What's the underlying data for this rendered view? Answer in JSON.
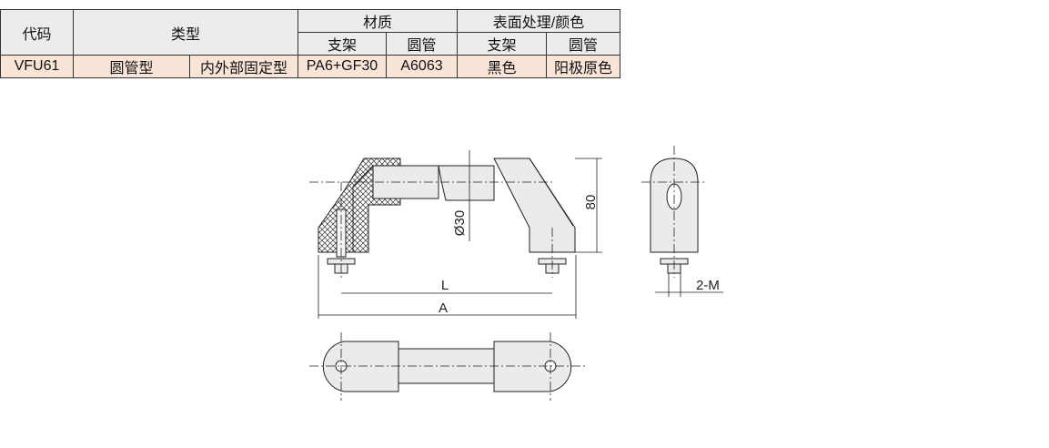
{
  "table": {
    "headers": {
      "code": "代码",
      "type": "类型",
      "material": "材质",
      "surface": "表面处理/颜色",
      "bracket": "支架",
      "tube": "圆管",
      "bracket2": "支架",
      "tube2": "圆管"
    },
    "row": {
      "code": "VFU61",
      "type1": "圆管型",
      "type2": "内外部固定型",
      "mat_bracket": "PA6+GF30",
      "mat_tube": "A6063",
      "color_bracket": "黑色",
      "color_tube": "阳极原色"
    }
  },
  "drawing": {
    "dia": "Ø30",
    "height": "80",
    "L": "L",
    "A": "A",
    "thread": "2-M"
  }
}
